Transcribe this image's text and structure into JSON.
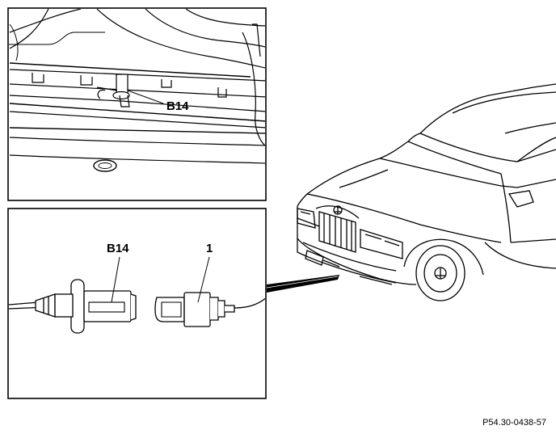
{
  "callouts": {
    "sensor_top": "B14",
    "sensor_bottom": "B14",
    "connector": "1"
  },
  "figure_code": "P54.30-0438-57"
}
